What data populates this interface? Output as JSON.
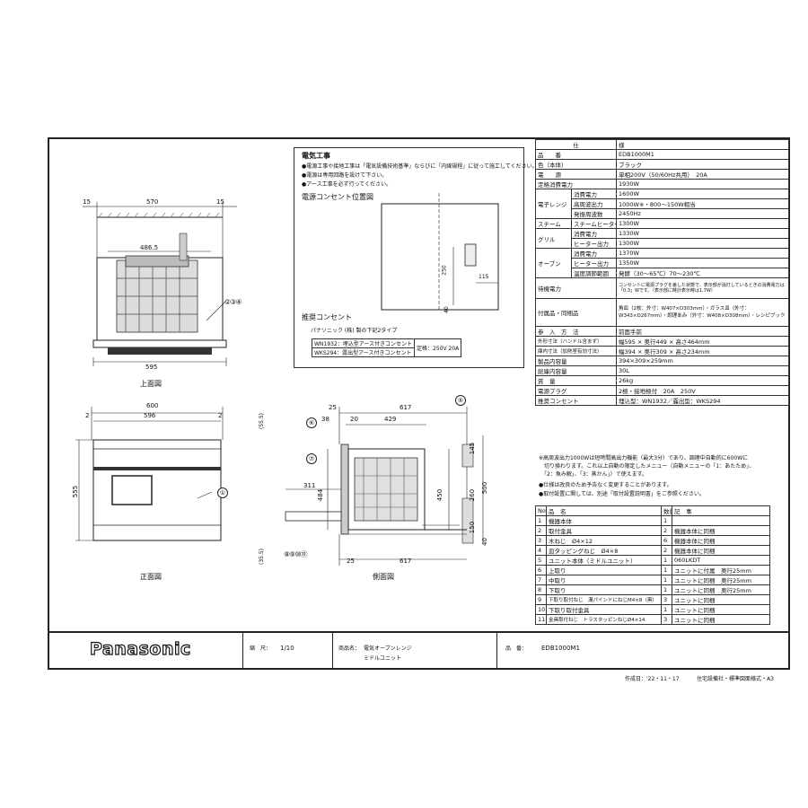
{
  "elec": {
    "title": "電気工事",
    "notes": [
      "●電源工事や接地工事は「電気設備技術基準」ならびに「内線規程」に従って施工してください。",
      "●電源は専用回路を設けて下さい。",
      "●アース工事を必ず行ってください。"
    ],
    "outlet_pos_title": "電源コンセント位置図",
    "dims": {
      "d250": "250",
      "d115": "115",
      "d40": "40"
    },
    "recommend_title": "推奨コンセント",
    "maker_line": "パナソニック (株) 製の下記2タイプ",
    "outlets": [
      {
        "model": "WN1932：埋込型アース付きコンセント",
        "rating": "定格：250V 20A"
      },
      {
        "model": "WKS294：露出型アース付きコンセント"
      }
    ]
  },
  "top_view": {
    "label": "上面図",
    "dims": {
      "d15a": "15",
      "d570": "570",
      "d15b": "15",
      "d486": "486.5",
      "d595": "595"
    },
    "callout": "②③④"
  },
  "front_view": {
    "label": "正面図",
    "dims": {
      "d600": "600",
      "d596": "596",
      "d2a": "2",
      "d2b": "2",
      "d555": "555"
    },
    "callout": "①"
  },
  "side_view": {
    "label": "側面図",
    "dims": {
      "d25a": "25",
      "d617a": "617",
      "d38": "38",
      "d20": "20",
      "d429": "429",
      "d555": "(55.5)",
      "d311": "311",
      "d484": "484",
      "d450": "450",
      "d260": "260",
      "d500": "500",
      "d145": "145",
      "d150": "150",
      "d40": "40",
      "d355": "(35.5)",
      "d25b": "25",
      "d617b": "617"
    },
    "callouts": {
      "c5": "⑤",
      "c6": "⑥",
      "c7": "⑦",
      "c8to11": "⑧⑨⑩⑪"
    }
  },
  "spec": {
    "header": [
      "仕",
      "様"
    ],
    "rows": [
      [
        "品　　番",
        "",
        "EDB1000M1"
      ],
      [
        "色（本体）",
        "",
        "ブラック"
      ],
      [
        "電　　源",
        "",
        "単相200V（50/60Hz共用）　20A"
      ],
      [
        "定格消費電力",
        "",
        "1930W"
      ],
      [
        "電子レンジ",
        "消費電力",
        "1600W"
      ],
      [
        "",
        "高周波出力",
        "1000W※・800～150W相当"
      ],
      [
        "",
        "発振周波数",
        "2450Hz"
      ],
      [
        "スチーム",
        "スチームヒーター出力",
        "1300W"
      ],
      [
        "グリル",
        "消費電力",
        "1330W"
      ],
      [
        "",
        "ヒーター出力",
        "1300W"
      ],
      [
        "オーブン",
        "消費電力",
        "1370W"
      ],
      [
        "",
        "ヒーター出力",
        "1350W"
      ],
      [
        "",
        "温度調節範囲",
        "発酵（30～65℃）70～230℃"
      ],
      [
        "待機電力",
        "",
        "コンセントに電源プラグを差した状態で、表示部が消灯しているときの消費電力は「0.3」Wです。（表示部に時計表示時は1.7W）"
      ],
      [
        "付属品・同梱品",
        "",
        "角皿（2枚：外寸：W407×D303mm）・ガラス皿（外寸：W343×D267mm）・調理あみ（外寸：W408×D308mm）・レシピブック"
      ],
      [
        "",
        "",
        "前面手前"
      ],
      [
        "外形寸法（ハンドル含まず）",
        "",
        "幅595 × 奥行449 × 高さ464mm"
      ],
      [
        "庫内寸法（加熱室有効寸法）",
        "",
        "幅394 × 奥行309 × 高さ234mm"
      ],
      [
        "製品内容量",
        "",
        "394×309×259mm"
      ],
      [
        "総庫内容量",
        "",
        "30L"
      ],
      [
        "質　量",
        "",
        "26kg"
      ],
      [
        "電源プラグ",
        "",
        "2極・接地極付　20A　250V"
      ],
      [
        "推奨コンセント",
        "",
        "埋込型：WN1932／露出型：WKS294"
      ]
    ],
    "label_sanyu": "参　入　方　法"
  },
  "notes2": [
    "※高周波出力1000Wは短時間高出力機能（最大3分）であり、調理中自動的に600Wに",
    "　切り換わります。これ以上自動の限定したメニュー（自動メニューの「1：あたため」、",
    "　「2：魚み解」、「3：蒸かん」）で使えます。",
    "●仕様は改良のため予告なく変更することがあります。",
    "●取付設置に関しては、別途「取付設置説明書」をご参照ください。"
  ],
  "parts": {
    "header": [
      "No.",
      "品　名",
      "数量",
      "記　事"
    ],
    "rows": [
      [
        "1",
        "機器本体",
        "1",
        ""
      ],
      [
        "2",
        "取付金具",
        "2",
        "機器本体に同梱"
      ],
      [
        "3",
        "木ねじ　Ø4×12",
        "6",
        "機器本体に同梱"
      ],
      [
        "4",
        "皿タッピングねじ　Ø4×8",
        "2",
        "機器本体に同梱"
      ],
      [
        "5",
        "ユニット本体（ミドルユニット）",
        "1",
        "060LKDT"
      ],
      [
        "6",
        "上取り",
        "1",
        "ユニットに付属　奥行25mm"
      ],
      [
        "7",
        "中取り",
        "1",
        "ユニットに同梱　奥行25mm"
      ],
      [
        "8",
        "下取り",
        "1",
        "ユニットに同梱　奥行25mm"
      ],
      [
        "9",
        "下取り取付ねじ　溝パインドにねじM4×8（黒）",
        "3",
        "ユニットに同梱"
      ],
      [
        "10",
        "下取り取付金具",
        "1",
        "ユニットに同梱"
      ],
      [
        "11",
        "金具取付ねじ　トラスタッピンねじØ4×14",
        "3",
        "ユニットに同梱"
      ]
    ]
  },
  "title_block": {
    "logo": "Panasonic",
    "scale_label": "縮　尺：",
    "scale": "1/10",
    "product_label": "商品名：",
    "product_line1": "電気オーブンレンジ",
    "product_line2": "ミドルユニット",
    "part_label": "品　番：",
    "part_no": "EDB1000M1"
  },
  "footer": {
    "date": "作成日：'22・11・17",
    "format": "住宅設備社・標準図面様式・A3"
  }
}
